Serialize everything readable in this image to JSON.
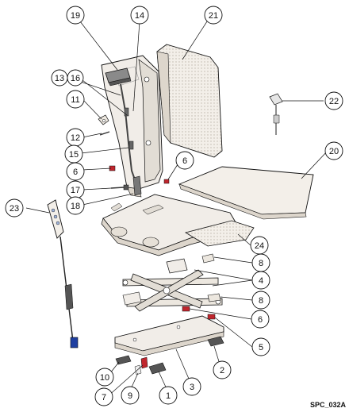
{
  "figure_code": "SPC_032A",
  "callouts": [
    "1",
    "2",
    "3",
    "4",
    "5",
    "6",
    "7",
    "8",
    "9",
    "10",
    "11",
    "12",
    "13",
    "14",
    "15",
    "16",
    "17",
    "18",
    "19",
    "20",
    "21",
    "22",
    "23",
    "24"
  ],
  "colors": {
    "line": "#111111",
    "part_fill": "#f1ede8",
    "shade": "#cfc9c0",
    "dark": "#555555",
    "red": "#c0262d",
    "blue": "#1f3fa0",
    "lt_blue": "#9fb3d9"
  }
}
